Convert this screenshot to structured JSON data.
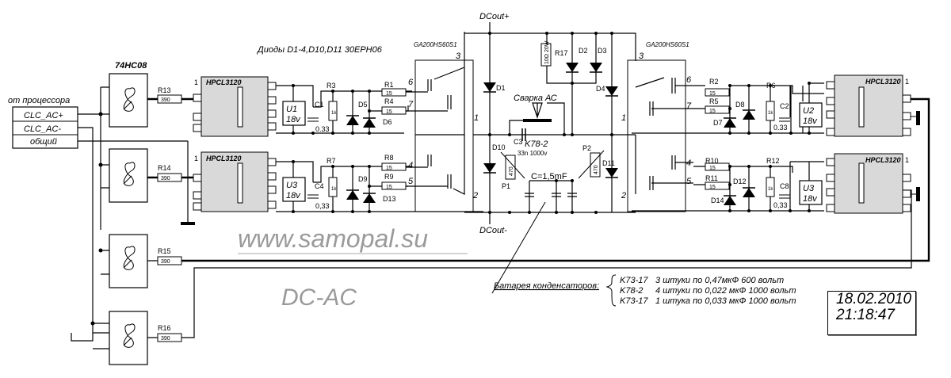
{
  "title": "DC-AC",
  "watermark": "www.samopal.su",
  "timestamp": {
    "date": "18.02.2010",
    "time": "21:18:47"
  },
  "input_connector": {
    "heading": "от процессора",
    "pins": [
      "CLC_AC+",
      "CLC_AC-",
      "общий"
    ]
  },
  "logic_chip": {
    "label": "74HC08",
    "gate_symbol": "&"
  },
  "gate_resistors": [
    {
      "ref": "R13",
      "value": "390"
    },
    {
      "ref": "R14",
      "value": "390"
    },
    {
      "ref": "R15",
      "value": "390"
    },
    {
      "ref": "R16",
      "value": "390"
    }
  ],
  "diodes_note": "Диоды D1-4,D10,D11  30EPH06",
  "driver_ic": "HPCL3120",
  "driver_pin1_mark": "1",
  "igbt_module": "GA200HS60S1",
  "igbt_pins": {
    "p3": "3",
    "p6": "6",
    "p7": "7",
    "p1": "1",
    "p4": "4",
    "p5": "5",
    "p2": "2"
  },
  "rails": {
    "positive": "DCout+",
    "negative": "DCout-"
  },
  "left_top": {
    "supply": {
      "ref": "U1",
      "value": "18v"
    },
    "cap": {
      "ref": "C1",
      "value": "0.33"
    },
    "res": {
      "ref": "R3",
      "value": "1k"
    },
    "r_a": {
      "ref": "R1",
      "value": "15"
    },
    "r_b": {
      "ref": "R4",
      "value": "15"
    },
    "d_a": "D5",
    "d_b": "D6"
  },
  "left_bottom": {
    "supply": {
      "ref": "U3",
      "value": "18v"
    },
    "cap": {
      "ref": "C4",
      "value": "0,33"
    },
    "res": {
      "ref": "R7",
      "value": "1k"
    },
    "r_a": {
      "ref": "R8",
      "value": "15"
    },
    "r_b": {
      "ref": "R9",
      "value": "15"
    },
    "d_a": "D9",
    "d_b": "D13"
  },
  "right_top": {
    "supply": {
      "ref": "U2",
      "value": "18v"
    },
    "cap": {
      "ref": "C2",
      "value": "0.33"
    },
    "res": {
      "ref": "R6",
      "value": "1k"
    },
    "r_a": {
      "ref": "R2",
      "value": "15"
    },
    "r_b": {
      "ref": "R5",
      "value": "15"
    },
    "d_a": "D8",
    "d_b": "D7"
  },
  "right_bottom": {
    "supply": {
      "ref": "U3",
      "value": "18v"
    },
    "cap": {
      "ref": "C8",
      "value": "0,33"
    },
    "res": {
      "ref": "R12",
      "value": "1k"
    },
    "r_a": {
      "ref": "R10",
      "value": "15"
    },
    "r_b": {
      "ref": "R11",
      "value": "15"
    },
    "d_a": "D12",
    "d_b": "D14"
  },
  "center": {
    "d1": "D1",
    "d2": "D2",
    "d3": "D3",
    "d4": "D4",
    "d10": "D10",
    "d11": "D11",
    "r17": {
      "ref": "R17",
      "value": "10Ω 20W"
    },
    "output_label": "Сварка АС",
    "c3": {
      "ref": "C3",
      "type": "K78-2",
      "value": "33n 1000v"
    },
    "p1": {
      "ref": "P1",
      "value": "470"
    },
    "p2": {
      "ref": "P2",
      "value": "470"
    },
    "c_total": "C=1,5mF"
  },
  "capacitor_bank": {
    "label": "Батарея конденсаторов:",
    "lines": [
      {
        "type": "K73-17",
        "desc": "3 штуки по 0,47мкФ 600 вольт"
      },
      {
        "type": "K78-2",
        "desc": "4 штуки по 0,022 мкФ 1000 вольт"
      },
      {
        "type": "K73-17",
        "desc": "1 штука по 0,033 мкФ 1000 вольт"
      }
    ]
  }
}
